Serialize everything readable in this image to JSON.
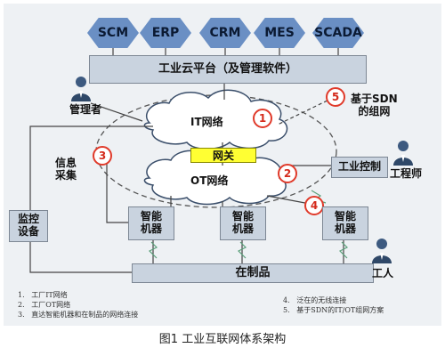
{
  "systems": [
    "SCM",
    "ERP",
    "CRM",
    "MES",
    "SCADA"
  ],
  "platform_label": "工业云平台（及管理软件）",
  "manager_label": "管理者",
  "it_network_label": "IT网络",
  "gateway_label": "网关",
  "ot_network_label": "OT网络",
  "info_collect_label": "信息\n采集",
  "monitor_label": "监控\n设备",
  "industrial_control_label": "工业控制",
  "engineer_label": "工程师",
  "sdn_label": "基于SDN\n的组网",
  "smart_machine_label": "智能\n机器",
  "wip_label": "在制品",
  "worker_label": "工人",
  "markers": [
    "1",
    "2",
    "3",
    "4",
    "5"
  ],
  "legend_left": [
    "1.   工厂IT网络",
    "2.   工厂OT网络",
    "3.   直达智能机器和在制品的网络连接"
  ],
  "legend_right": [
    "4.   泛在的无线连接",
    "5.   基于SDN的IT/OT组网方案"
  ],
  "caption": "图1 工业互联网体系架构",
  "colors": {
    "hex_fill": "#6a8fc4",
    "box_fill": "#c9d3df",
    "gateway_fill": "#ffff33",
    "marker_red": "#e03a2a",
    "panel_bg": "#eef1f4"
  }
}
